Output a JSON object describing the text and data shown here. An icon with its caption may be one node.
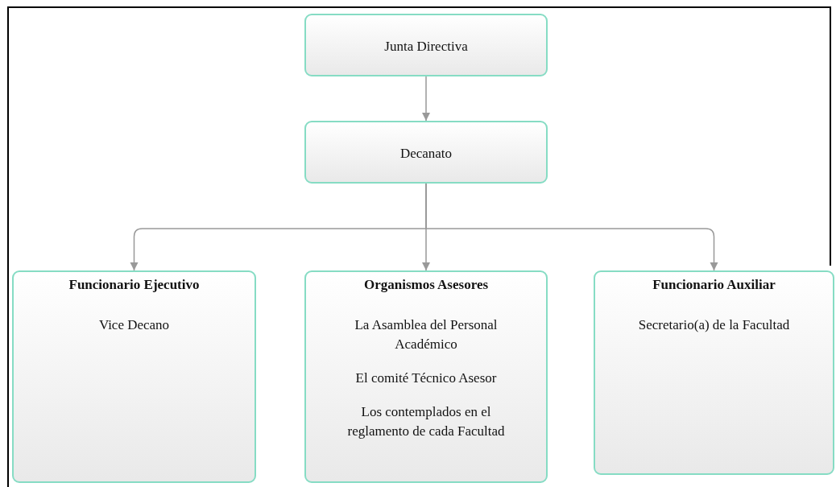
{
  "diagram": {
    "nodes": [
      {
        "text": [
          "Junta Directiva"
        ]
      },
      {
        "text": [
          "Decanato"
        ]
      },
      {
        "text": [
          "Funcionario Ejecutivo",
          "Vice Decano"
        ]
      },
      {
        "text": [
          "Organismos Asesores",
          "La Asamblea del Personal Académico",
          "El comité Técnico Asesor",
          "Los contemplados en el reglamento de cada Facultad"
        ]
      },
      {
        "text": [
          "Funcionario Auxiliar",
          "Secretario(a) de la Facultad"
        ]
      }
    ],
    "edges": [
      {
        "from": 0,
        "to": 1,
        "arrow": "to"
      },
      {
        "from": 1,
        "to": 2,
        "arrow": "to"
      },
      {
        "from": 1,
        "to": 3,
        "arrow": "to"
      },
      {
        "from": 1,
        "to": 4,
        "arrow": "to"
      }
    ]
  }
}
